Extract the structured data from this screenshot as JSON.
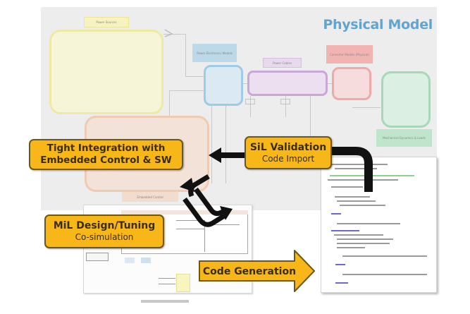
{
  "diagram": {
    "title": "Physical Model",
    "physical_blocks": [
      {
        "id": "power",
        "label": "Power Sources",
        "color": "#efe9a6"
      },
      {
        "id": "blue",
        "label": "Power Electronics Models",
        "color": "#9ecbe6"
      },
      {
        "id": "purple",
        "label": "Power Cables",
        "color": "#c9a8d8"
      },
      {
        "id": "red",
        "label": "Converter Models (Physical)",
        "color": "#efaaa8"
      },
      {
        "id": "green",
        "label": "Mechanical Dynamics & Loads",
        "color": "#a7d8b9"
      },
      {
        "id": "orange",
        "label": "Embedded Control",
        "color": "#efcbb4"
      }
    ],
    "callouts": {
      "tight": {
        "line1": "Tight Integration with",
        "line2": "Embedded Control & SW"
      },
      "sil": {
        "line1": "SiL Validation",
        "line2": "Code Import"
      },
      "mil": {
        "line1": "MiL Design/Tuning",
        "line2": "Co-simulation"
      },
      "codegen": {
        "line1": "Code Generation"
      }
    },
    "colors": {
      "callout_fill": "#f8b719",
      "callout_border": "#6d5713",
      "title_color": "#63a4cf",
      "arrow_color": "#111111"
    }
  }
}
